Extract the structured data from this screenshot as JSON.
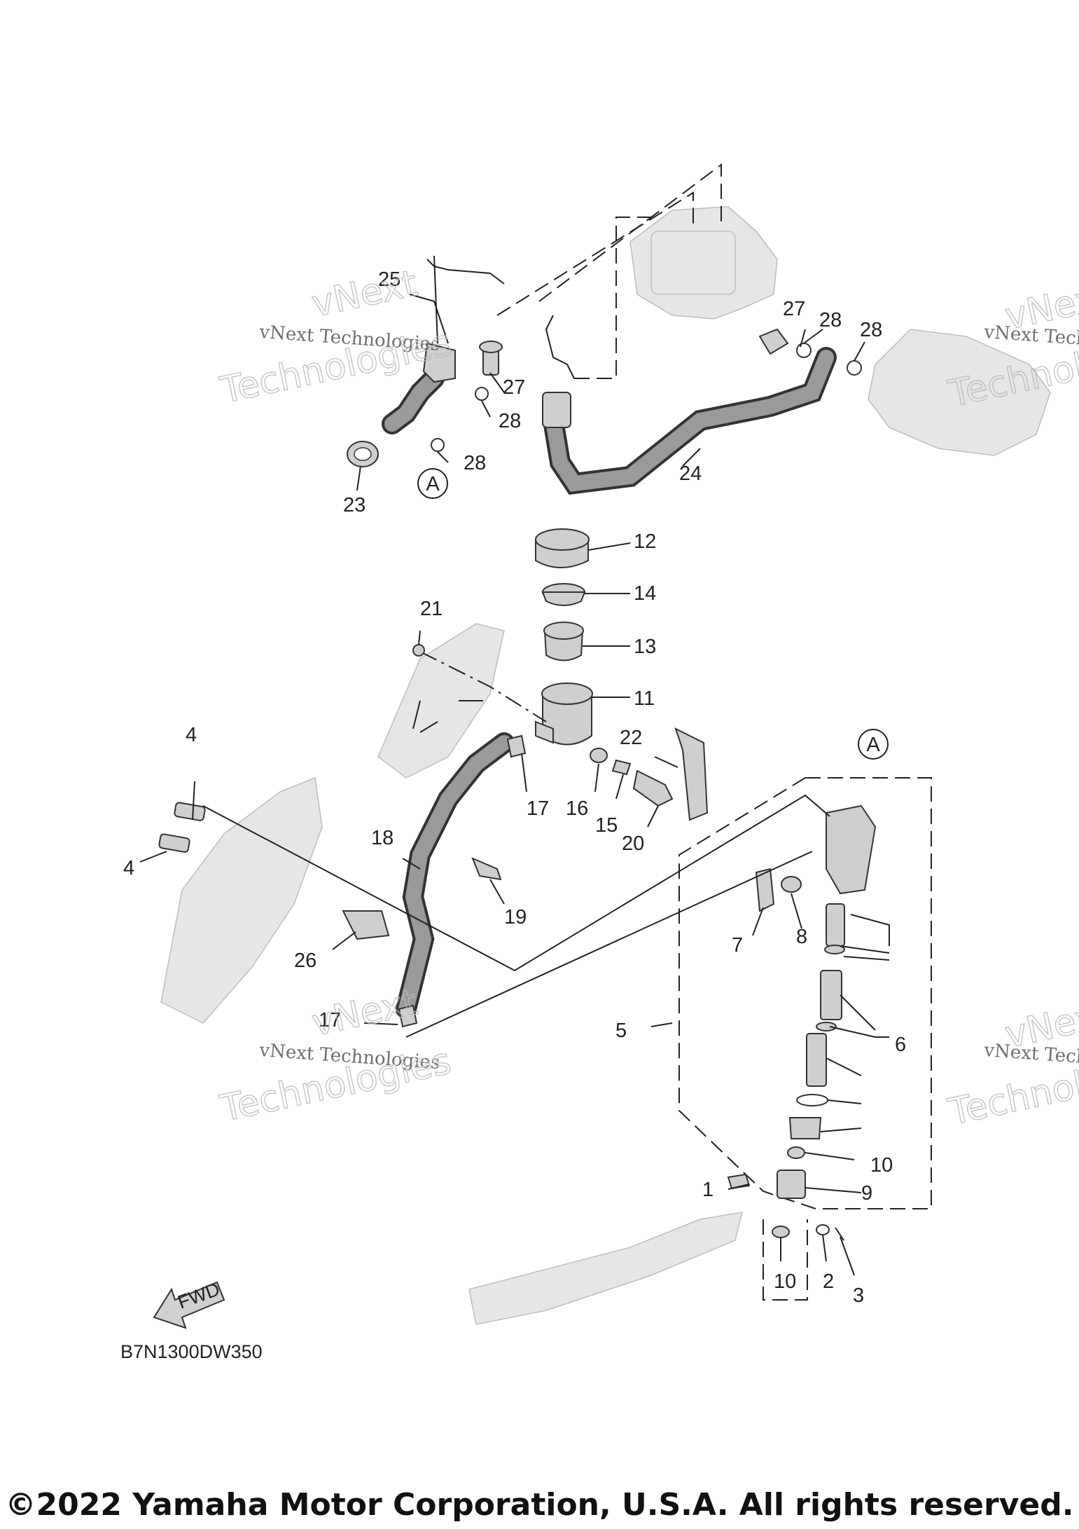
{
  "diagram": {
    "callouts": [
      {
        "id": "c1",
        "text": "1"
      },
      {
        "id": "c2",
        "text": "2"
      },
      {
        "id": "c3",
        "text": "3"
      },
      {
        "id": "c4a",
        "text": "4"
      },
      {
        "id": "c4b",
        "text": "4"
      },
      {
        "id": "c5",
        "text": "5"
      },
      {
        "id": "c6",
        "text": "6"
      },
      {
        "id": "c7",
        "text": "7"
      },
      {
        "id": "c8",
        "text": "8"
      },
      {
        "id": "c9",
        "text": "9"
      },
      {
        "id": "c10a",
        "text": "10"
      },
      {
        "id": "c10b",
        "text": "10"
      },
      {
        "id": "c11",
        "text": "11"
      },
      {
        "id": "c12",
        "text": "12"
      },
      {
        "id": "c13",
        "text": "13"
      },
      {
        "id": "c14",
        "text": "14"
      },
      {
        "id": "c15",
        "text": "15"
      },
      {
        "id": "c16",
        "text": "16"
      },
      {
        "id": "c17a",
        "text": "17"
      },
      {
        "id": "c17b",
        "text": "17"
      },
      {
        "id": "c18",
        "text": "18"
      },
      {
        "id": "c19",
        "text": "19"
      },
      {
        "id": "c20",
        "text": "20"
      },
      {
        "id": "c21",
        "text": "21"
      },
      {
        "id": "c22",
        "text": "22"
      },
      {
        "id": "c23",
        "text": "23"
      },
      {
        "id": "c24",
        "text": "24"
      },
      {
        "id": "c25",
        "text": "25"
      },
      {
        "id": "c26",
        "text": "26"
      },
      {
        "id": "c27a",
        "text": "27"
      },
      {
        "id": "c27b",
        "text": "27"
      },
      {
        "id": "c28a",
        "text": "28"
      },
      {
        "id": "c28b",
        "text": "28"
      },
      {
        "id": "c28c",
        "text": "28"
      },
      {
        "id": "c28d",
        "text": "28"
      }
    ],
    "reference_marker": "A",
    "fwd_label": "FWD",
    "drawing_code": "B7N1300DW350"
  },
  "watermark": {
    "line1": "vNext Technologies",
    "line2": "vNext",
    "line3": "Technologies"
  },
  "footer": {
    "copyright": "©2022 Yamaha Motor Corporation, U.S.A. All rights reserved."
  }
}
